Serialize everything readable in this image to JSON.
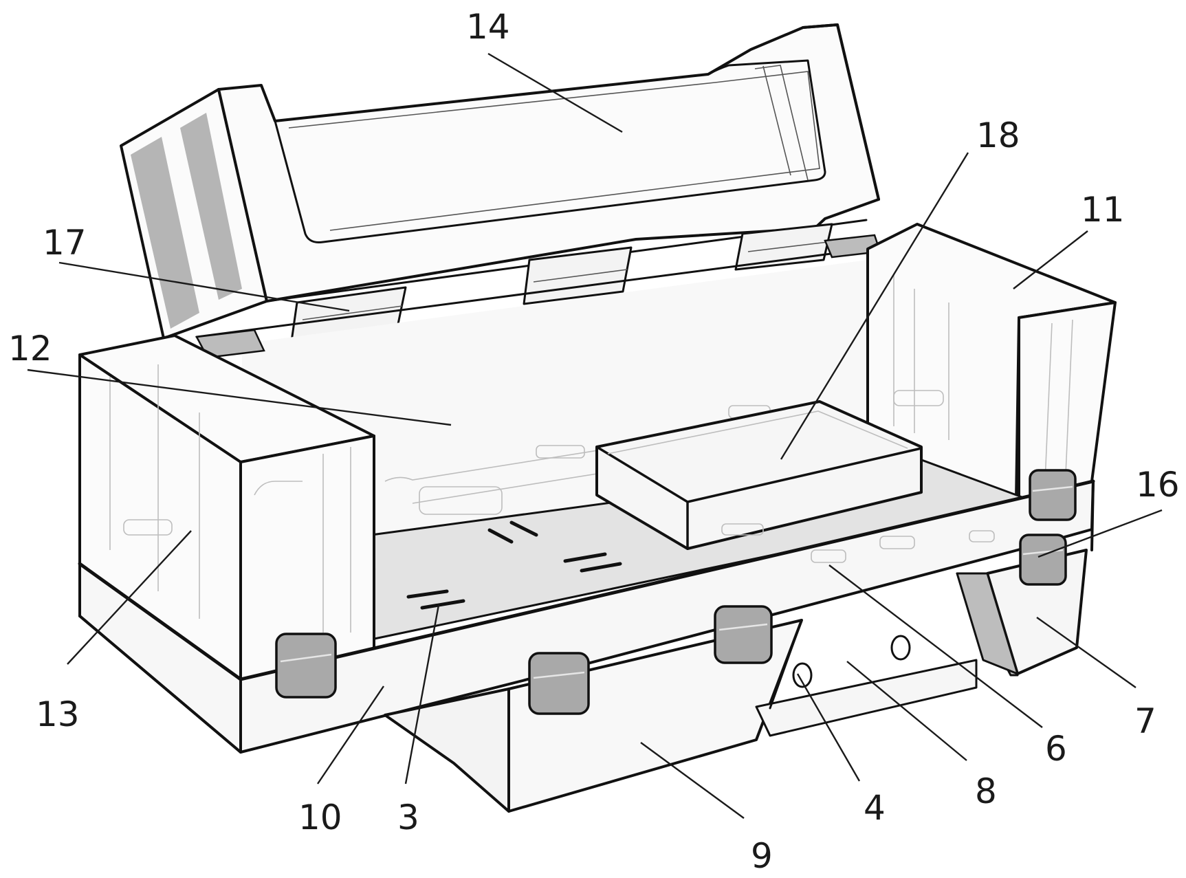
{
  "figure": {
    "labels": [
      {
        "id": "14",
        "text": "14"
      },
      {
        "id": "18",
        "text": "18"
      },
      {
        "id": "11",
        "text": "11"
      },
      {
        "id": "17",
        "text": "17"
      },
      {
        "id": "12",
        "text": "12"
      },
      {
        "id": "16",
        "text": "16"
      },
      {
        "id": "13",
        "text": "13"
      },
      {
        "id": "7",
        "text": "7"
      },
      {
        "id": "10",
        "text": "10"
      },
      {
        "id": "3",
        "text": "3"
      },
      {
        "id": "6",
        "text": "6"
      },
      {
        "id": "8",
        "text": "8"
      },
      {
        "id": "4",
        "text": "4"
      },
      {
        "id": "9",
        "text": "9"
      }
    ]
  },
  "colors": {
    "line": "#111111",
    "latch": "#a9a9a9",
    "floor": "#e3e3e3",
    "background": "#ffffff"
  }
}
